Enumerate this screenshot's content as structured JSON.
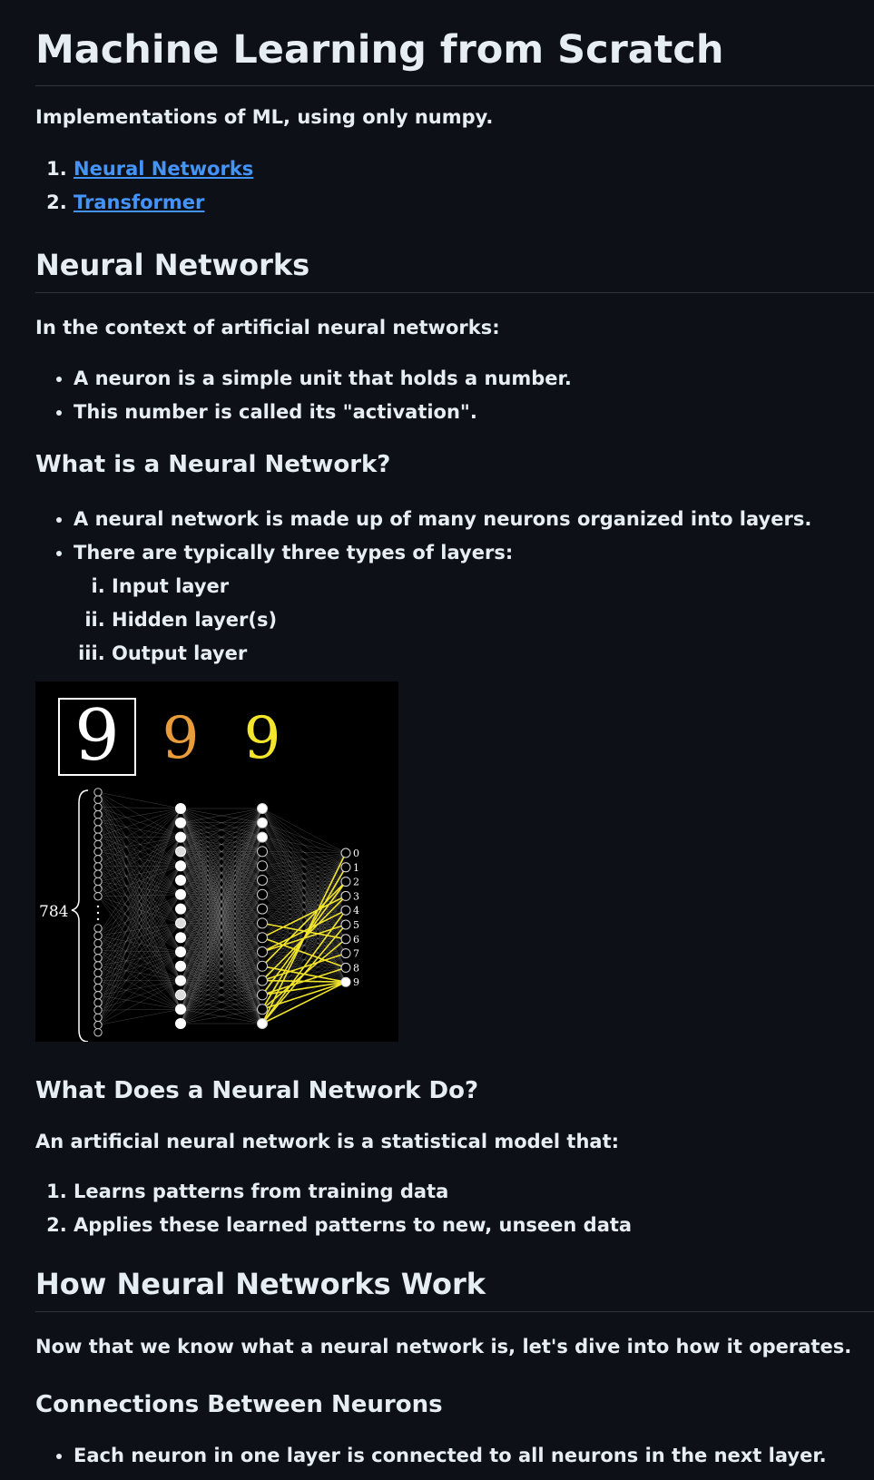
{
  "title": "Machine Learning from Scratch",
  "intro": "Implementations of ML, using only numpy.",
  "toc": [
    {
      "label": "Neural Networks"
    },
    {
      "label": "Transformer"
    }
  ],
  "sections": {
    "nn": {
      "heading": "Neural Networks",
      "context": "In the context of artificial neural networks:",
      "bullets": [
        "A neuron is a simple unit that holds a number.",
        "This number is called its \"activation\"."
      ]
    },
    "what": {
      "heading": "What is a Neural Network?",
      "bullets": [
        "A neural network is made up of many neurons organized into layers.",
        "There are typically three types of layers:"
      ],
      "layers": [
        "Input layer",
        "Hidden layer(s)",
        "Output layer"
      ]
    },
    "figure": {
      "input_count": "784",
      "outputs": [
        "0",
        "1",
        "2",
        "3",
        "4",
        "5",
        "6",
        "7",
        "8",
        "9"
      ],
      "digit": "9"
    },
    "does": {
      "heading": "What Does a Neural Network Do?",
      "intro": "An artificial neural network is a statistical model that:",
      "items": [
        "Learns patterns from training data",
        "Applies these learned patterns to new, unseen data"
      ]
    },
    "how": {
      "heading": "How Neural Networks Work",
      "intro": "Now that we know what a neural network is, let's dive into how it operates."
    },
    "connections": {
      "heading": "Connections Between Neurons",
      "bullets": [
        "Each neuron in one layer is connected to all neurons in the next layer."
      ]
    }
  },
  "colors": {
    "background": "#0d1117",
    "text": "#e6edf3",
    "link": "#4493f8",
    "divider": "#30363d",
    "highlight": "#f2e52b"
  }
}
